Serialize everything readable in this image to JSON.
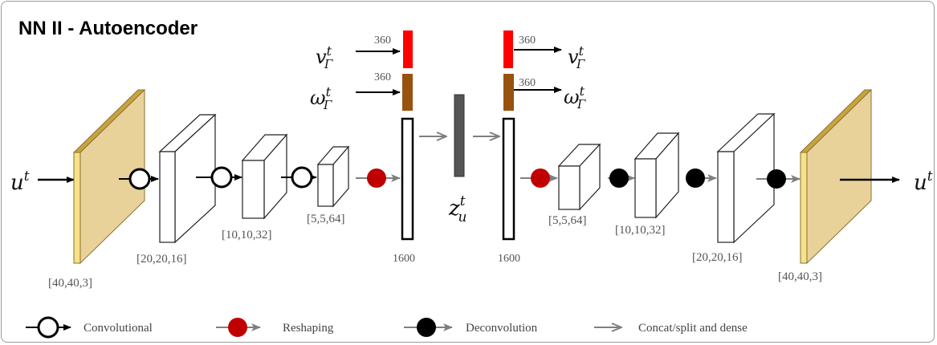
{
  "title": "NN II - Autoencoder",
  "input": {
    "base": "u",
    "sup": "t"
  },
  "output": {
    "base": "u",
    "sup": "t"
  },
  "latent": {
    "base": "z",
    "sub": "u",
    "sup": "t"
  },
  "shapes": {
    "input": "[40,40,3]",
    "enc1": "[20,20,16]",
    "enc2": "[10,10,32]",
    "enc3": "[5,5,64]",
    "flat_enc": "1600",
    "flat_dec": "1600",
    "dec1": "[5,5,64]",
    "dec2": "[10,10,32]",
    "dec3": "[20,20,16]",
    "output": "[40,40,3]"
  },
  "aux_inputs": [
    {
      "base": "v",
      "sub": "Γ",
      "sup": "t",
      "size": "360",
      "color": "#ff0000"
    },
    {
      "base": "ω",
      "sub": "Γ",
      "sup": "t",
      "size": "360",
      "color": "#98520f"
    }
  ],
  "aux_outputs": [
    {
      "base": "v",
      "sub": "Γ",
      "sup": "t",
      "size": "360",
      "color": "#ff0000"
    },
    {
      "base": "ω",
      "sub": "Γ",
      "sup": "t",
      "size": "360",
      "color": "#98520f"
    }
  ],
  "colors": {
    "image": "#e8d29a",
    "image_side": "#f7e189",
    "reshape": "#c00000",
    "deconv": "#000000",
    "latent": "#555555",
    "arrow_gray": "#7f7f7f"
  },
  "legend": {
    "convolutional": "Convolutional",
    "reshaping": "Reshaping",
    "deconvolution": "Deconvolution",
    "dense": "Concat/split and dense"
  }
}
